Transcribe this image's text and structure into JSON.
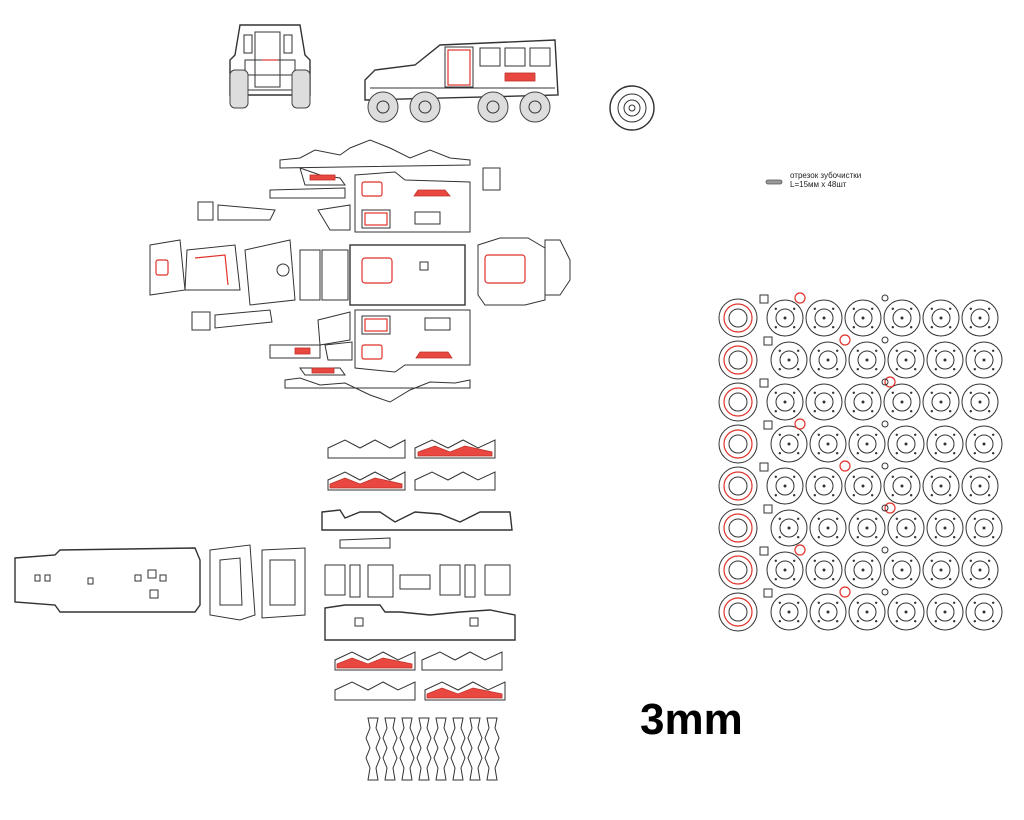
{
  "annotation": {
    "title": "отрезок зубочистки",
    "spec": "L=15мм х 48шт",
    "swatch_color": "#999999"
  },
  "thickness_label": "3mm",
  "colors": {
    "cut_line": "#333333",
    "engrave_line": "#e0322b",
    "engrave_fill": "#e8483f"
  },
  "wheel_sheet": {
    "rows": 8,
    "columns": 7
  },
  "spacer_count": 8
}
